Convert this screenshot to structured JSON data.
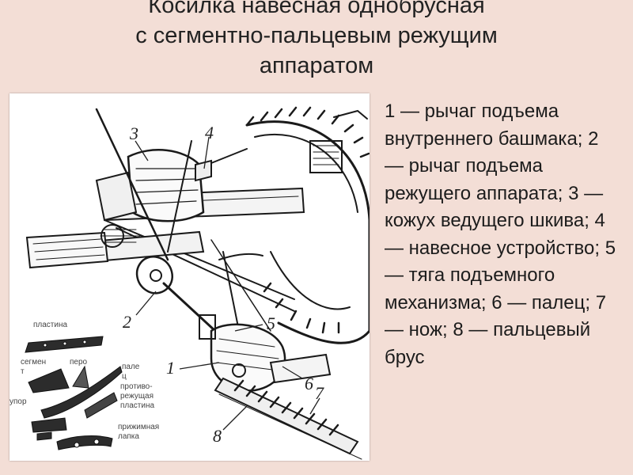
{
  "title": {
    "line1": "Косилка навесная однобрусная",
    "line2": "с сегментно-пальцевым режущим",
    "line3": "аппаратом"
  },
  "legend": {
    "text": "1 — рычаг подъема внутреннего башмака; 2 — рычаг подъема режущего аппарата; 3 — кожух ведущего шкива; 4— навесное устройство; 5— тяга подъемного механизма; 6 — палец; 7— нож; 8 — пальцевый брус"
  },
  "callouts": {
    "n1": "1",
    "n2": "2",
    "n3": "3",
    "n4": "4",
    "n5": "5",
    "n6": "6",
    "n7": "7",
    "n8": "8"
  },
  "inset_labels": {
    "plastina": "пластина",
    "segment_a": "сегмен",
    "segment_b": "т",
    "pero": "перо",
    "palets_a": "пале",
    "palets_b": "ц",
    "protivo_a": "противо-",
    "protivo_b": "режущая",
    "protivo_c": "пластина",
    "upor": "упор",
    "lapka_a": "прижимная",
    "lapka_b": "лапка"
  }
}
